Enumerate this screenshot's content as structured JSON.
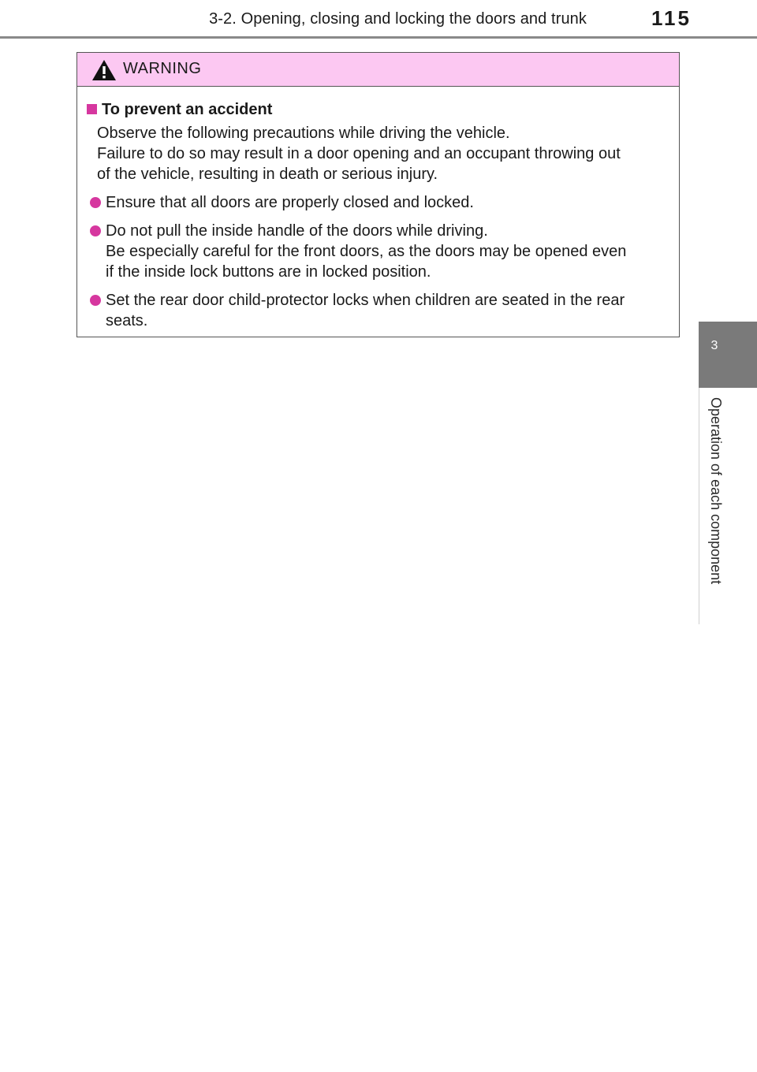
{
  "header": {
    "title": "3-2. Opening, closing and locking the doors and trunk",
    "page_number": "115"
  },
  "side_tab": {
    "number": "3",
    "section_label": "Operation of each component"
  },
  "warning": {
    "title": "WARNING",
    "icon": "warning-triangle-icon",
    "header_color": "#fcc8f2",
    "bullet_color": "#d6379f",
    "heading": "To prevent an accident",
    "intro_lines": [
      "Observe the following precautions while driving the vehicle.",
      "Failure to do so may result in a door opening and an occupant throwing out",
      "of the vehicle, resulting in death or serious injury."
    ],
    "items": [
      {
        "lines": [
          "Ensure that all doors are properly closed and locked."
        ]
      },
      {
        "lines": [
          "Do not pull the inside handle of the doors while driving.",
          "Be especially careful for the front doors, as the doors may be opened even",
          "if the inside lock buttons are in locked position."
        ]
      },
      {
        "lines": [
          "Set the rear door child-protector locks when children are seated in the rear",
          "seats."
        ]
      }
    ]
  }
}
